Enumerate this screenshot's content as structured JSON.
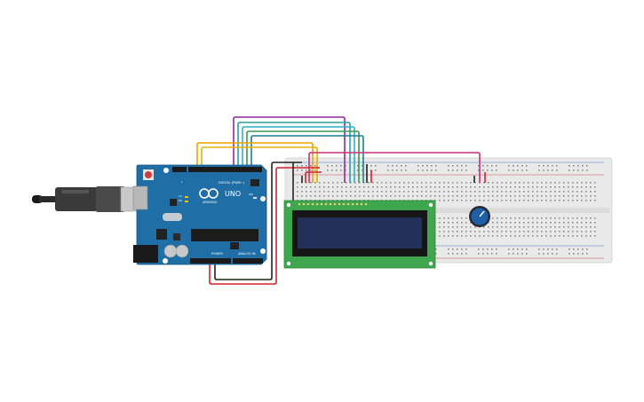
{
  "arduino": {
    "model_label": "UNO",
    "brand_label": "ARDUINO",
    "digital_label": "DIGITAL (PWM~)",
    "power_label": "POWER",
    "analog_label": "ANALOG IN",
    "tx_label": "TX",
    "rx_label": "RX",
    "l_label": "L",
    "on_label": "ON"
  },
  "components": {
    "usb_cable": "usb-cable",
    "lcd": "lcd-16x2",
    "potentiometer": "potentiometer",
    "breadboard": "breadboard"
  },
  "colors": {
    "arduino_board": "#1f6fa6",
    "lcd_pcb": "#3fa64f",
    "lcd_screen": "#22305a",
    "breadboard": "#e8e8e8",
    "wire_red": "#d2232a",
    "wire_black": "#222222",
    "wire_orange": "#f0a000",
    "wire_purple": "#8e2aa8",
    "wire_teal": "#2aa39a",
    "wire_cyan": "#30b0c8",
    "wire_magenta": "#c8307a",
    "wire_green": "#3a9a50",
    "pot_knob": "#1f5fa8"
  }
}
